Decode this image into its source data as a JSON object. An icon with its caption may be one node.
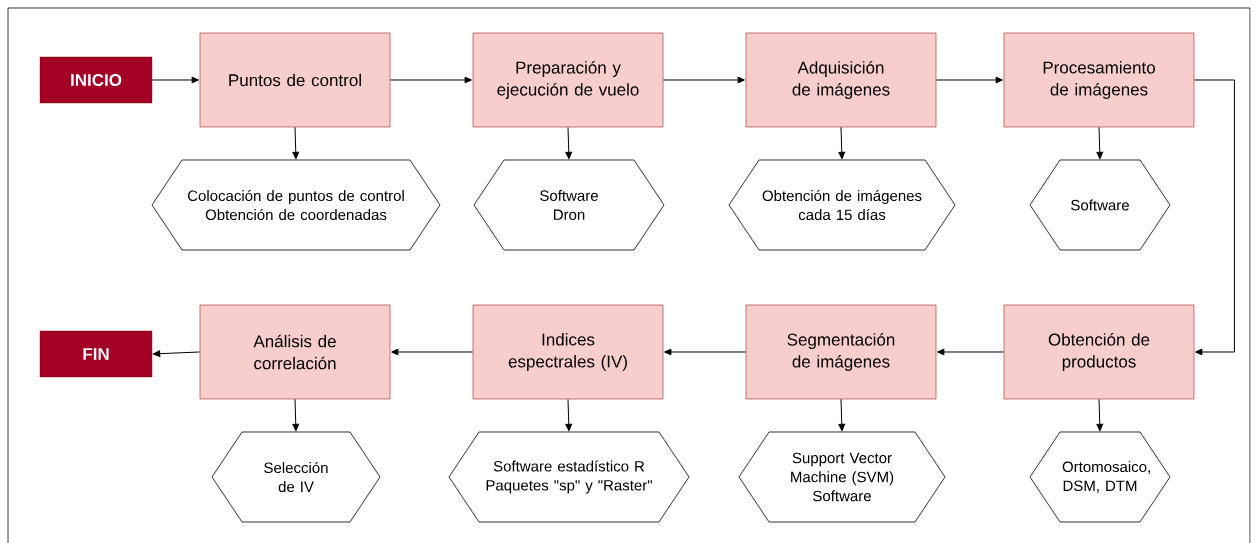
{
  "diagram": {
    "nodes": [
      {
        "text": [
          "INICIO"
        ]
      },
      {
        "text": [
          "Puntos de control"
        ]
      },
      {
        "text": [
          "Colocación de puntos de control",
          "Obtención de coordenadas"
        ]
      },
      {
        "text": [
          "Preparación y ejecución de vuelo"
        ]
      },
      {
        "text": [
          "Software",
          "Dron"
        ]
      },
      {
        "text": [
          "Adquisición de imágenes"
        ]
      },
      {
        "text": [
          "Obtención de imágenes cada 15 días"
        ]
      },
      {
        "text": [
          "Procesamiento de imágenes"
        ]
      },
      {
        "text": [
          "Software"
        ]
      },
      {
        "text": [
          "FIN"
        ]
      },
      {
        "text": [
          "Análisis de correlación"
        ]
      },
      {
        "text": [
          "Selección de IV"
        ]
      },
      {
        "text": [
          "Indices espectrales (IV)"
        ]
      },
      {
        "text": [
          "Software estadístico R",
          "Paquetes \"sp\" y \"Raster\""
        ]
      },
      {
        "text": [
          "Segmentación de imágenes"
        ]
      },
      {
        "text": [
          "Support Vector Machine (SVM)",
          "Software"
        ]
      },
      {
        "text": [
          "Obtención de productos"
        ]
      },
      {
        "text": [
          "Ortomosaico, DSM, DTM"
        ]
      }
    ],
    "edges": [
      {
        "from": 0,
        "to": 1,
        "arrow": "to"
      },
      {
        "from": 1,
        "to": 3,
        "arrow": "to"
      },
      {
        "from": 3,
        "to": 5,
        "arrow": "to"
      },
      {
        "from": 5,
        "to": 7,
        "arrow": "to"
      },
      {
        "from": 1,
        "to": 2,
        "arrow": "to"
      },
      {
        "from": 3,
        "to": 4,
        "arrow": "to"
      },
      {
        "from": 5,
        "to": 6,
        "arrow": "to"
      },
      {
        "from": 7,
        "to": 8,
        "arrow": "to"
      },
      {
        "from": 7,
        "to": 16,
        "arrow": "to"
      },
      {
        "from": 16,
        "to": 14,
        "arrow": "to"
      },
      {
        "from": 14,
        "to": 12,
        "arrow": "to"
      },
      {
        "from": 12,
        "to": 10,
        "arrow": "to"
      },
      {
        "from": 10,
        "to": 9,
        "arrow": "to"
      },
      {
        "from": 10,
        "to": 11,
        "arrow": "to"
      },
      {
        "from": 12,
        "to": 13,
        "arrow": "to"
      },
      {
        "from": 14,
        "to": 15,
        "arrow": "to"
      },
      {
        "from": 16,
        "to": 17,
        "arrow": "to"
      }
    ]
  }
}
